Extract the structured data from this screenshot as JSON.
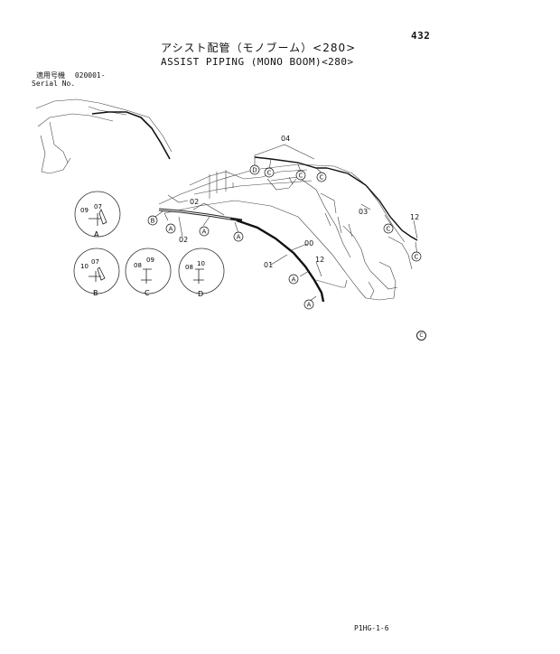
{
  "page": {
    "number": "432",
    "title_jp": "アシスト配管（モノブーム）<280>",
    "title_en": "ASSIST PIPING (MONO BOOM)<280>",
    "serial_label_jp": "適用号機",
    "serial_value": "020001-",
    "serial_label_en": "Serial No.",
    "footer_code": "P1HG-1-6",
    "copyright_mark": "C"
  },
  "callouts": {
    "p04": "04",
    "p03": "03",
    "p02a": "02",
    "p02b": "02",
    "p00": "00",
    "p01": "01",
    "p12a": "12",
    "p12b": "12"
  },
  "markers": {
    "D": "D",
    "C": "C",
    "B": "B",
    "A": "A"
  },
  "details": {
    "A": {
      "label": "A",
      "parts": [
        "07",
        "09"
      ]
    },
    "B": {
      "label": "B",
      "parts": [
        "07",
        "10"
      ]
    },
    "C": {
      "label": "C",
      "parts": [
        "09",
        "08"
      ]
    },
    "D": {
      "label": "D",
      "parts": [
        "10",
        "08"
      ]
    }
  }
}
